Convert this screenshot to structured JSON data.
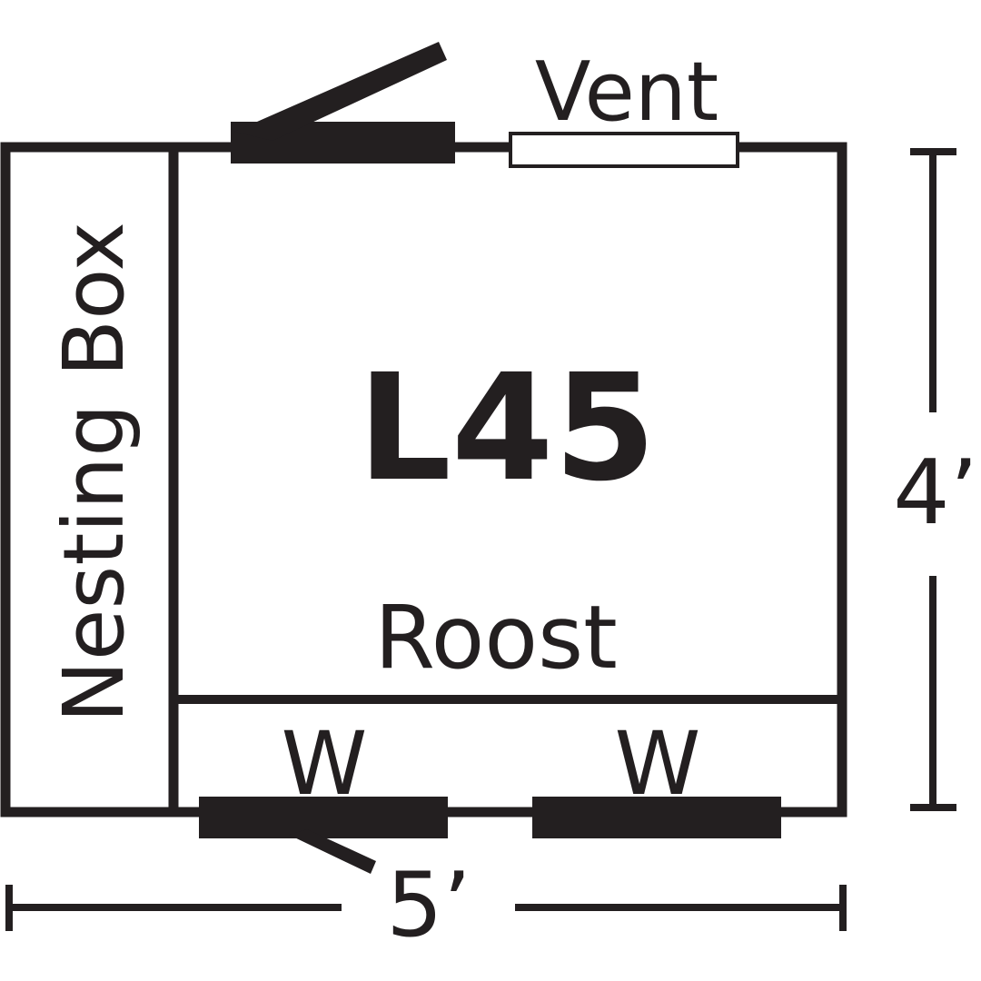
{
  "plan": {
    "model_code": "L45",
    "nesting_box_label": "Nesting Box",
    "roost_label": "Roost",
    "vent_label": "Vent",
    "window_left_label": "W",
    "window_right_label": "W",
    "width_label": "5’",
    "depth_label": "4’"
  }
}
